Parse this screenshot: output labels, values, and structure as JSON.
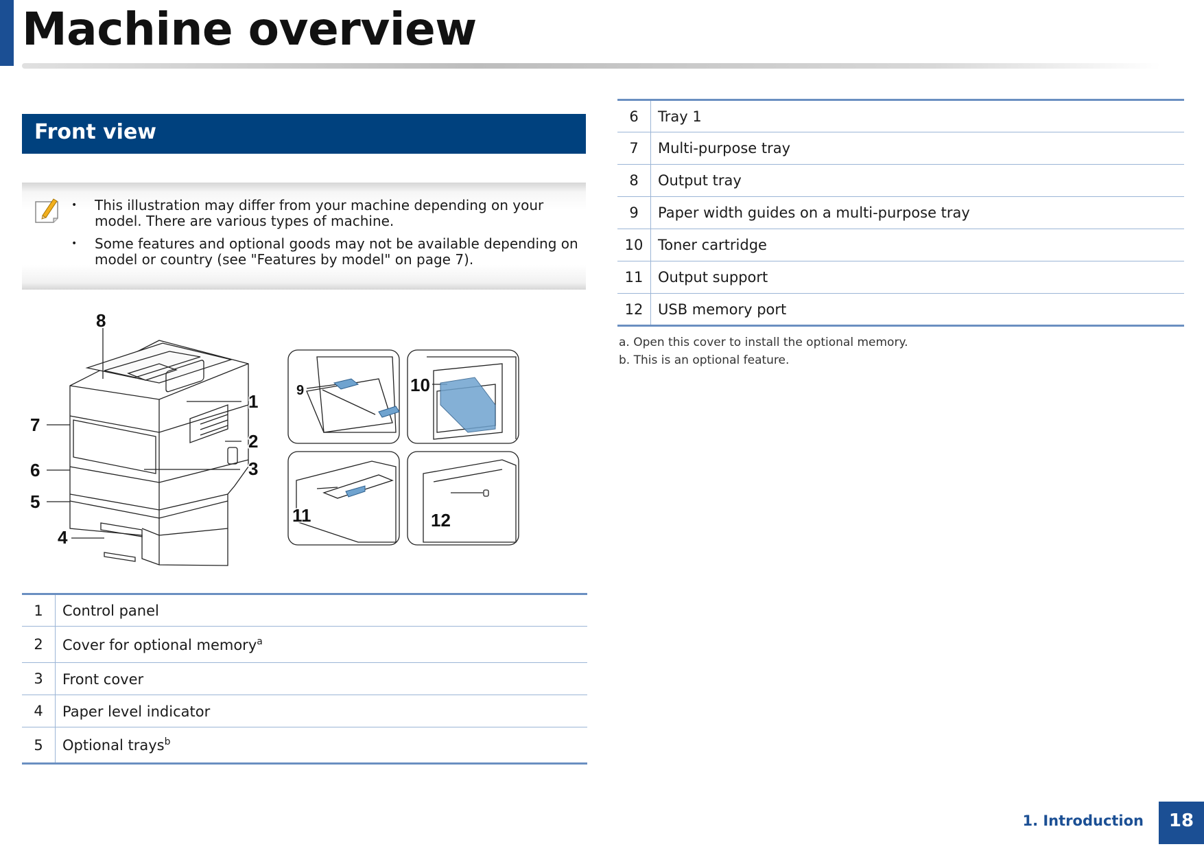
{
  "page": {
    "title": "Machine overview",
    "section_title": "Front view",
    "footer_chapter": "1. Introduction",
    "page_number": "18"
  },
  "note": {
    "icon": "pencil-note-icon",
    "items": [
      "This illustration may differ from your machine depending on your model. There are various types of machine.",
      "Some features and optional goods may not be available depending on model or country (see \"Features by model\" on page 7)."
    ]
  },
  "illustration": {
    "callouts": [
      "1",
      "2",
      "3",
      "4",
      "5",
      "6",
      "7",
      "8",
      "9",
      "10",
      "11",
      "12"
    ]
  },
  "parts_left": [
    {
      "num": "1",
      "label": "Control panel",
      "sup": ""
    },
    {
      "num": "2",
      "label": "Cover for optional memory",
      "sup": "a"
    },
    {
      "num": "3",
      "label": "Front cover",
      "sup": ""
    },
    {
      "num": "4",
      "label": "Paper level indicator",
      "sup": ""
    },
    {
      "num": "5",
      "label": "Optional trays",
      "sup": "b"
    }
  ],
  "parts_right": [
    {
      "num": "6",
      "label": "Tray 1"
    },
    {
      "num": "7",
      "label": "Multi-purpose tray"
    },
    {
      "num": "8",
      "label": "Output tray"
    },
    {
      "num": "9",
      "label": "Paper width guides on a multi-purpose tray"
    },
    {
      "num": "10",
      "label": "Toner cartridge"
    },
    {
      "num": "11",
      "label": "Output support"
    },
    {
      "num": "12",
      "label": "USB memory port"
    }
  ],
  "footnotes": [
    "a.  Open this cover to install the optional memory.",
    "b.  This is an optional feature."
  ],
  "colors": {
    "brand_blue": "#1b4f94",
    "section_blue": "#00417e",
    "table_rule": "#6a8fc1",
    "toner_highlight": "#6fa3cf"
  }
}
